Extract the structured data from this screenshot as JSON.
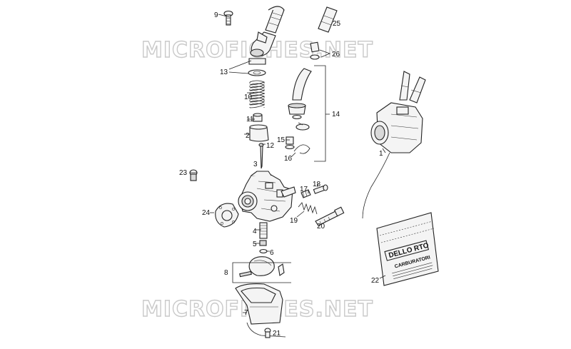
{
  "watermark": "MICROFICHES.NET",
  "labels": {
    "l1": "1",
    "l2": "2",
    "l3": "3",
    "l4": "4",
    "l5": "5",
    "l6": "6",
    "l7": "7",
    "l8": "8",
    "l9": "9",
    "l10": "10",
    "l11": "11",
    "l12": "12",
    "l13": "13",
    "l14": "14",
    "l15": "15",
    "l16": "16",
    "l17": "17",
    "l18": "18",
    "l19": "19",
    "l20": "20",
    "l21": "21",
    "l22": "22",
    "l23": "23",
    "l24": "24",
    "l25": "25",
    "l26": "26"
  },
  "bag": {
    "brand": "DELLO RTO",
    "subtitle": "CARBURATORI"
  },
  "colors": {
    "ink": "#222222",
    "watermark_outline": "#c9c9c9",
    "background": "#ffffff"
  }
}
